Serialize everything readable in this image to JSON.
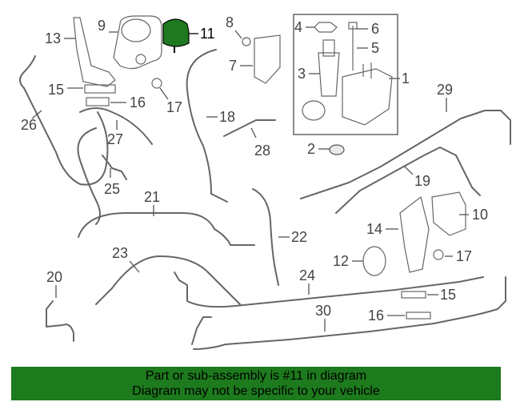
{
  "diagram": {
    "callouts": [
      "1",
      "2",
      "3",
      "4",
      "5",
      "6",
      "7",
      "8",
      "9",
      "10",
      "11",
      "12",
      "13",
      "14",
      "15",
      "15",
      "16",
      "16",
      "17",
      "17",
      "18",
      "19",
      "20",
      "21",
      "22",
      "23",
      "24",
      "25",
      "26",
      "27",
      "28",
      "29",
      "30"
    ],
    "highlight_color": "#1f7a1f",
    "highlighted_part": "11"
  },
  "banner": {
    "line1": "Part or sub-assembly is #11 in diagram",
    "line2": "Diagram may not be specific to your vehicle",
    "background": "#1d7a1d"
  }
}
